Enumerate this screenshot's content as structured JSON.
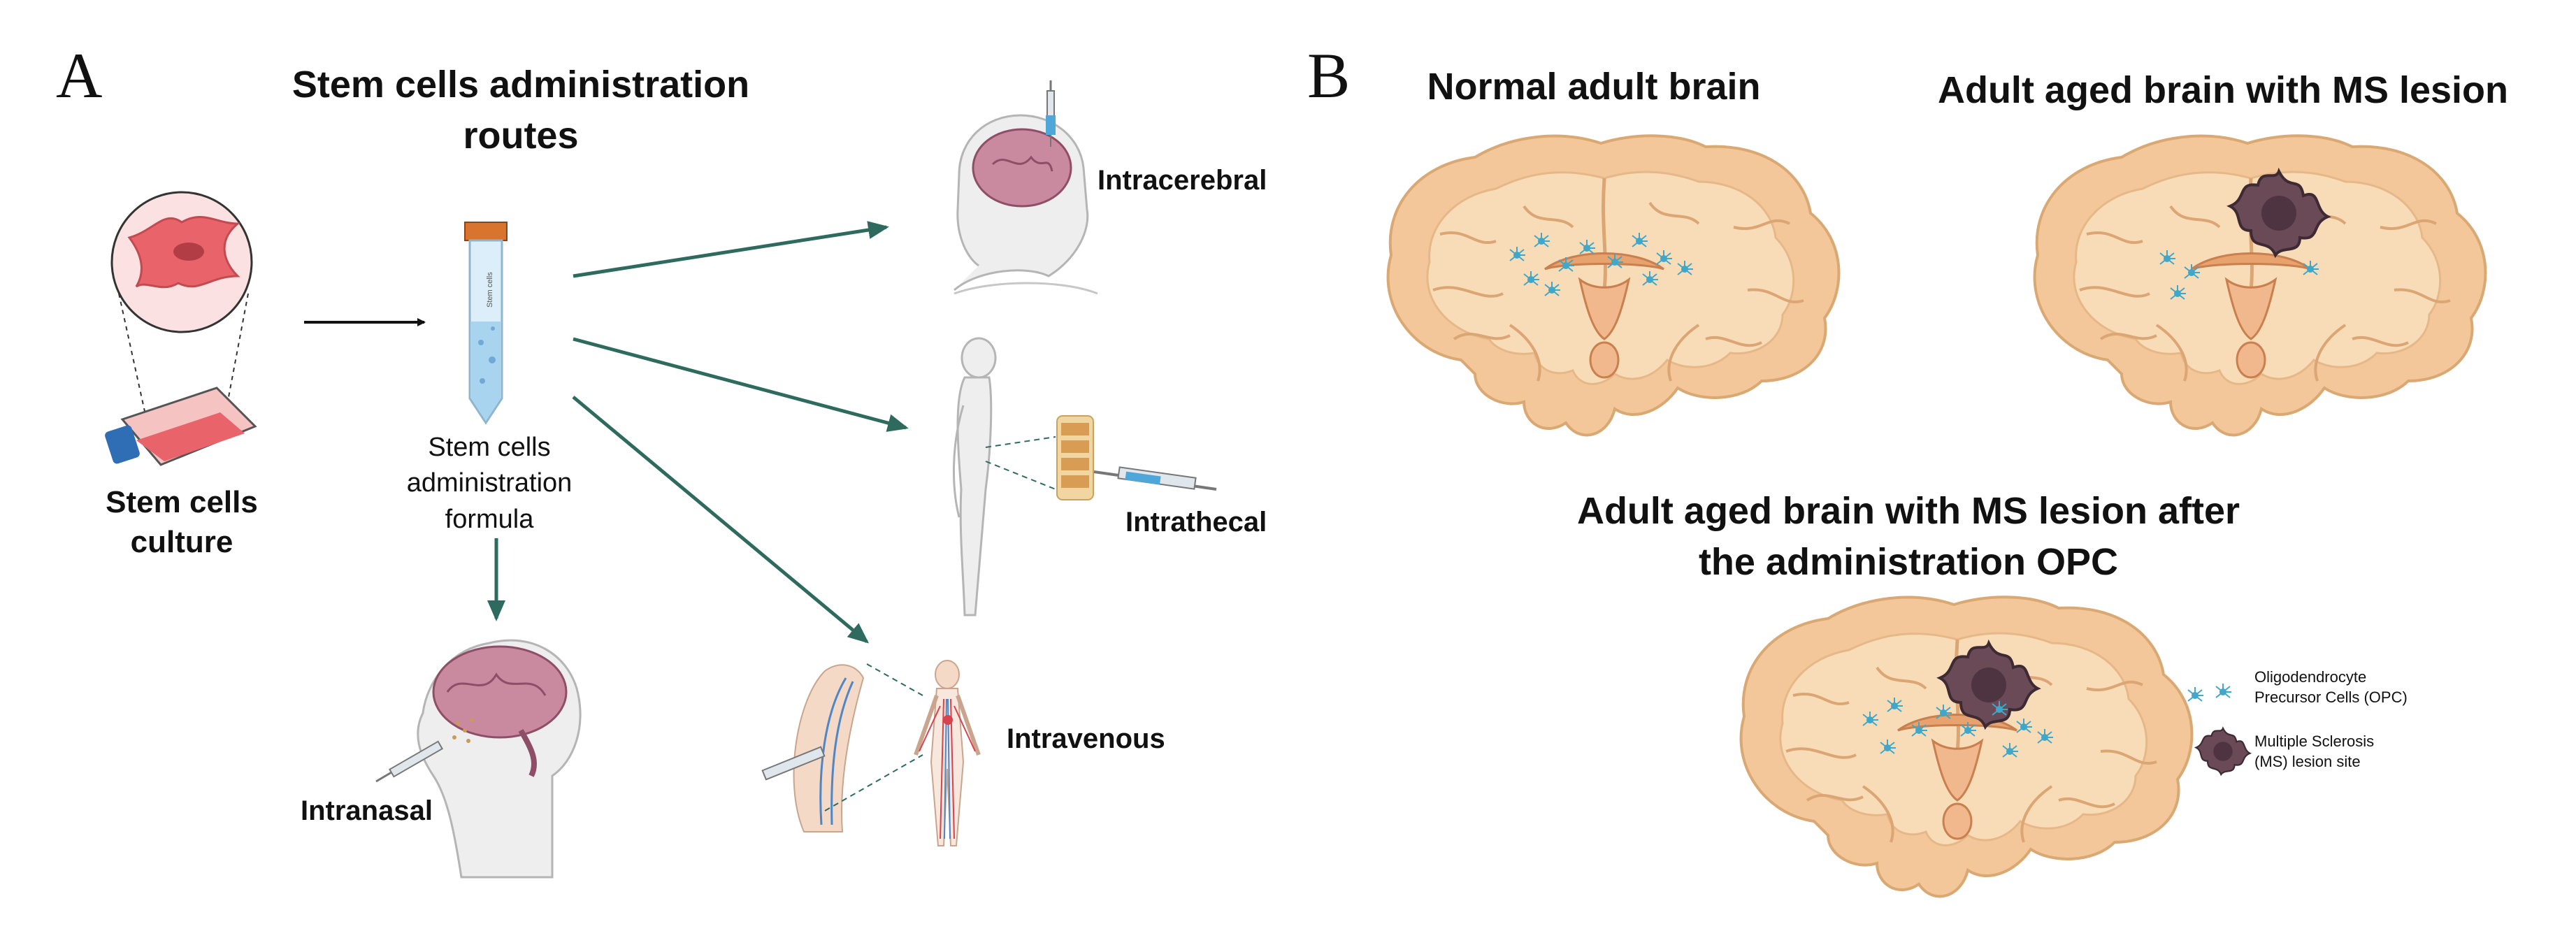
{
  "panel_a": {
    "letter": "A",
    "title_line1": "Stem cells administration",
    "title_line2": "routes",
    "culture_line1": "Stem cells",
    "culture_line2": "culture",
    "formula_line1": "Stem cells",
    "formula_line2": "administration",
    "formula_line3": "formula",
    "tube_label": "Stem cells",
    "routes": {
      "intracerebral": "Intracerebral",
      "intrathecal": "Intrathecal",
      "intravenous": "Intravenous",
      "intranasal": "Intranasal"
    }
  },
  "panel_b": {
    "letter": "B",
    "normal_title": "Normal adult brain",
    "aged_title": "Adult aged brain with MS lesion",
    "after_title_line1": "Adult aged brain with MS lesion after",
    "after_title_line2": "the administration OPC",
    "legend": {
      "opc_line1": "Oligodendrocyte",
      "opc_line2": "Precursor Cells (OPC)",
      "ms_line1": "Multiple Sclerosis",
      "ms_line2": "(MS) lesion site"
    }
  },
  "colors": {
    "arrow_green": "#2e6b5e",
    "brain_outer": "#f3c79a",
    "brain_inner": "#f8dcb8",
    "cell_pink": "#e8646a",
    "opc_blue": "#3fa7c9",
    "lesion_purple": "#5b3f4c",
    "flask_blue": "#2f6db5"
  }
}
